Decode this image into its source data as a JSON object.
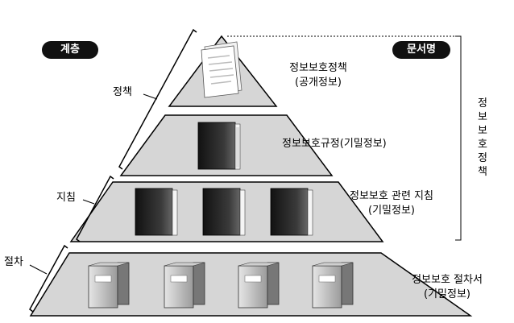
{
  "header": {
    "hierarchy_badge": "계층",
    "document_badge": "문서명"
  },
  "levels": {
    "policy": "정책",
    "guideline": "지침",
    "procedure": "절차"
  },
  "tiers": [
    {
      "name": "정보보호정책",
      "classification": "(공개정보)"
    },
    {
      "name": "정보보호규정(기밀정보)",
      "classification": ""
    },
    {
      "name": "정보보호 관련 지침",
      "classification": "(기밀정보)"
    },
    {
      "name": "정보보호 절차서",
      "classification": "(기밀정보)"
    }
  ],
  "side_label": [
    "정",
    "보",
    "보",
    "호",
    "정",
    "책"
  ],
  "colors": {
    "tier_fill": "#d6d6d6",
    "outline": "#000000",
    "badge": "#111111"
  },
  "icons": {
    "tier1": "document-pages-icon",
    "tier2": "binder-icon",
    "tier3": "binder-icon",
    "tier4": "file-box-icon"
  }
}
